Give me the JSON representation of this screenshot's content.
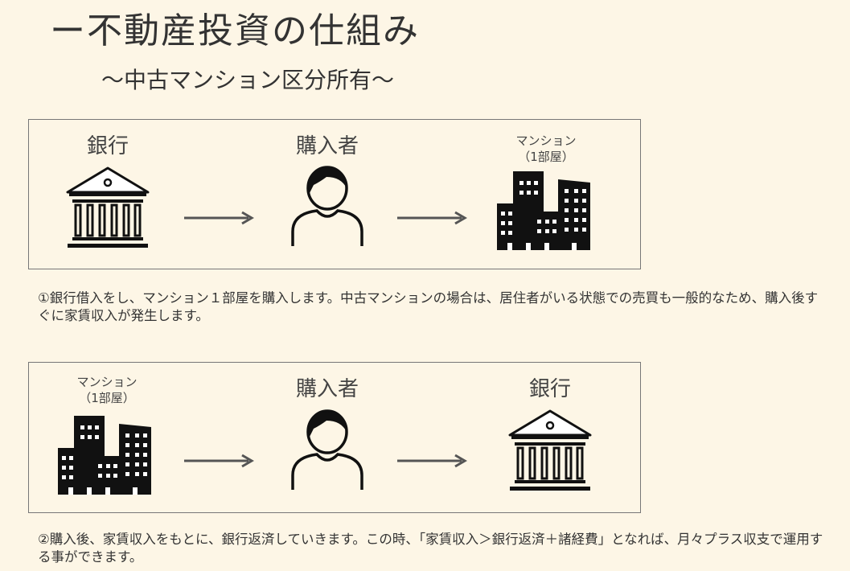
{
  "title": "ー不動産投資の仕組み",
  "subtitle": "～中古マンション区分所有～",
  "diagram1": {
    "left_label": "銀行",
    "middle_label": "購入者",
    "right_label_line1": "マンション",
    "right_label_line2": "（1部屋）"
  },
  "description1": "①銀行借入をし、マンション１部屋を購入します。中古マンションの場合は、居住者がいる状態での売買も一般的なため、購入後すぐに家賃収入が発生します。",
  "diagram2": {
    "left_label_line1": "マンション",
    "left_label_line2": "（1部屋）",
    "middle_label": "購入者",
    "right_label": "銀行"
  },
  "description2": "②購入後、家賃収入をもとに、銀行返済していきます。この時、「家賃収入＞銀行返済＋諸経費」となれば、月々プラス収支で運用する事ができます。",
  "icons": [
    "bank-icon",
    "person-icon",
    "buildings-icon",
    "arrow-right-icon"
  ],
  "colors": {
    "background": "#fdf6e6",
    "icon": "#111111",
    "arrow": "#555555",
    "border": "#777777"
  }
}
